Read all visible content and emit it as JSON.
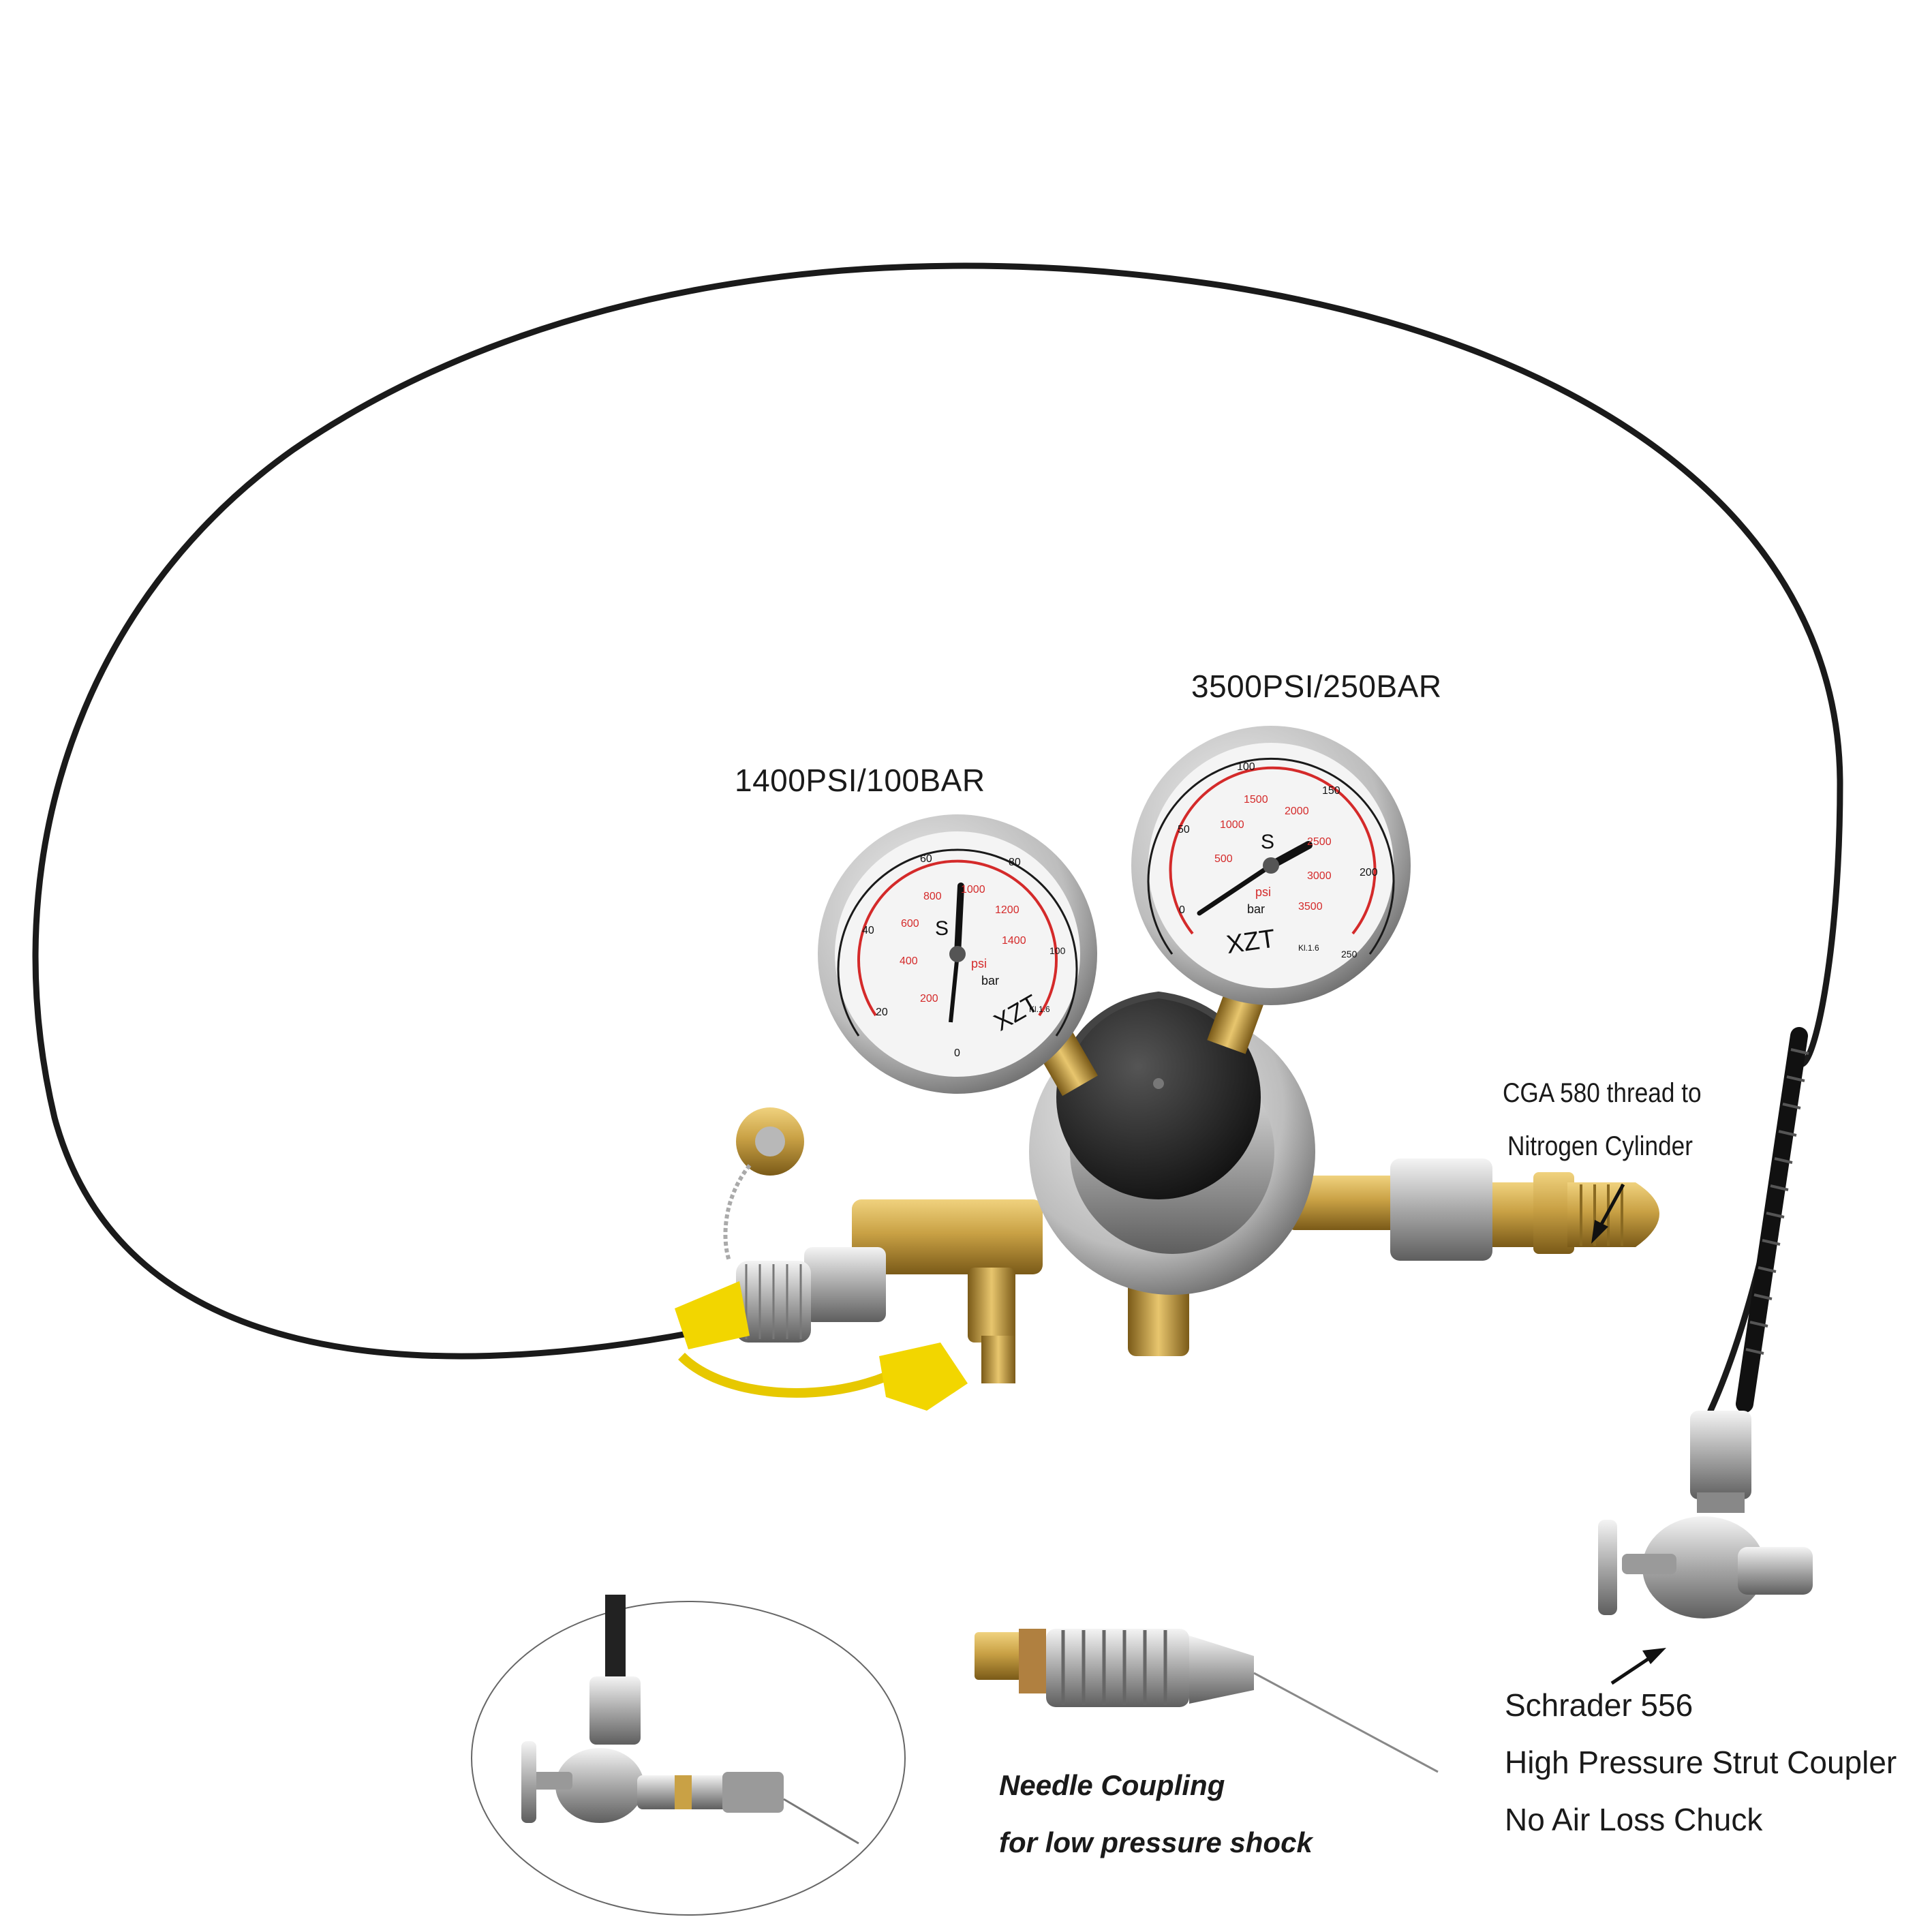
{
  "labels": {
    "gauge_low": "1400PSI/100BAR",
    "gauge_high": "3500PSI/250BAR",
    "cga_line1": "CGA 580  thread to",
    "cga_line2": "Nitrogen Cylinder",
    "schrader_line1": "Schrader 556",
    "schrader_line2": "High Pressure Strut Coupler",
    "schrader_line3": "No Air Loss Chuck",
    "needle_line1": "Needle Coupling",
    "needle_line2": "for low pressure shock"
  },
  "gauge_low": {
    "brand": "XZT",
    "unit_psi": "psi",
    "unit_bar": "bar",
    "class_mark": "Kl.1.6",
    "center_mark": "S",
    "bar_ticks": [
      "0",
      "20",
      "40",
      "60",
      "80",
      "100"
    ],
    "psi_ticks": [
      "200",
      "400",
      "600",
      "800",
      "1000",
      "1200",
      "1400"
    ]
  },
  "gauge_high": {
    "brand": "XZT",
    "unit_psi": "psi",
    "unit_bar": "bar",
    "class_mark": "Kl.1.6",
    "center_mark": "S",
    "bar_ticks": [
      "0",
      "50",
      "100",
      "150",
      "200",
      "250"
    ],
    "psi_ticks": [
      "500",
      "1000",
      "1500",
      "2000",
      "2500",
      "3000",
      "3500"
    ]
  },
  "colors": {
    "hose": "#1a1a1a",
    "brass": "#c9a145",
    "brass_dark": "#8a6a22",
    "chrome": "#c8c8c8",
    "chrome_dark": "#7d7d7d",
    "yellow_cap": "#f2d600",
    "red_scale": "#d42a2a",
    "knob": "#262626"
  },
  "icons": {
    "arrow_cga": "arrow-down-left-icon",
    "arrow_schrader": "arrow-up-right-icon"
  }
}
